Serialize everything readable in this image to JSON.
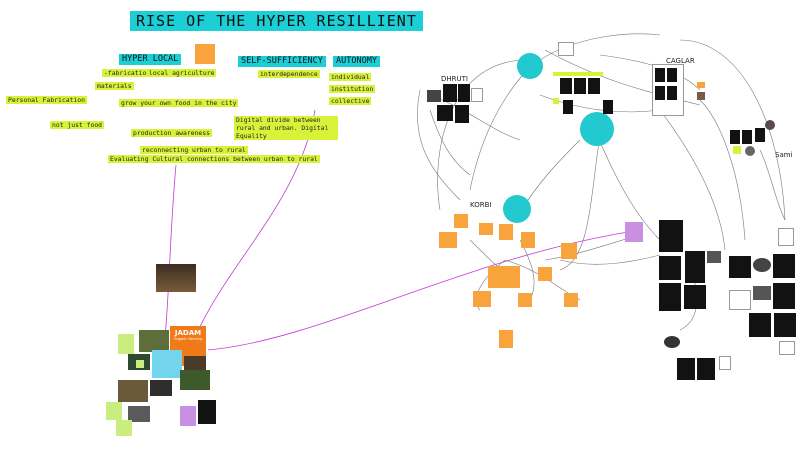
{
  "board": {
    "title": "RISE OF THE HYPER RESILLIENT",
    "headings": {
      "hyper_local": "HYPER LOCAL",
      "self_sufficiency": "SELF-SUFFICIENCY",
      "autonomy": "AUTONOMY"
    },
    "hyper_local_items": {
      "fabrication": "-fabrication",
      "local_agriculture": "local agriculture",
      "materials": "materials",
      "personal_fabrication": "Personal Fabrication",
      "grow_food": "grow your own food in the city",
      "not_just_food": "not just food",
      "production_awareness": "production awareness",
      "reconnecting": "reconnecting urban to rural",
      "evaluating": "Evaluating Cultural connections between urban to rural"
    },
    "self_sufficiency_items": {
      "interdependence": "interdependence",
      "digital_divide": "Digital divide between rural and urban. Digital Equality"
    },
    "autonomy_items": {
      "individual": "individual",
      "institution": "institution",
      "collective": "collective"
    },
    "people": {
      "dhruti": "DHRUTI",
      "caglar": "CAGLAR",
      "korbi": "KORBI",
      "sami": "Sami"
    },
    "jadam": {
      "title": "JADAM",
      "subtitle": "Organic Farming"
    },
    "colors": {
      "teal": "#1ccfd6",
      "highlight": "#d8f23a",
      "sticky_orange": "#f8a33b",
      "sticky_green": "#c9ee7f",
      "sticky_purple": "#c98fe0",
      "sticky_blue": "#73d4ee",
      "connector_magenta": "#c23bd1"
    }
  }
}
